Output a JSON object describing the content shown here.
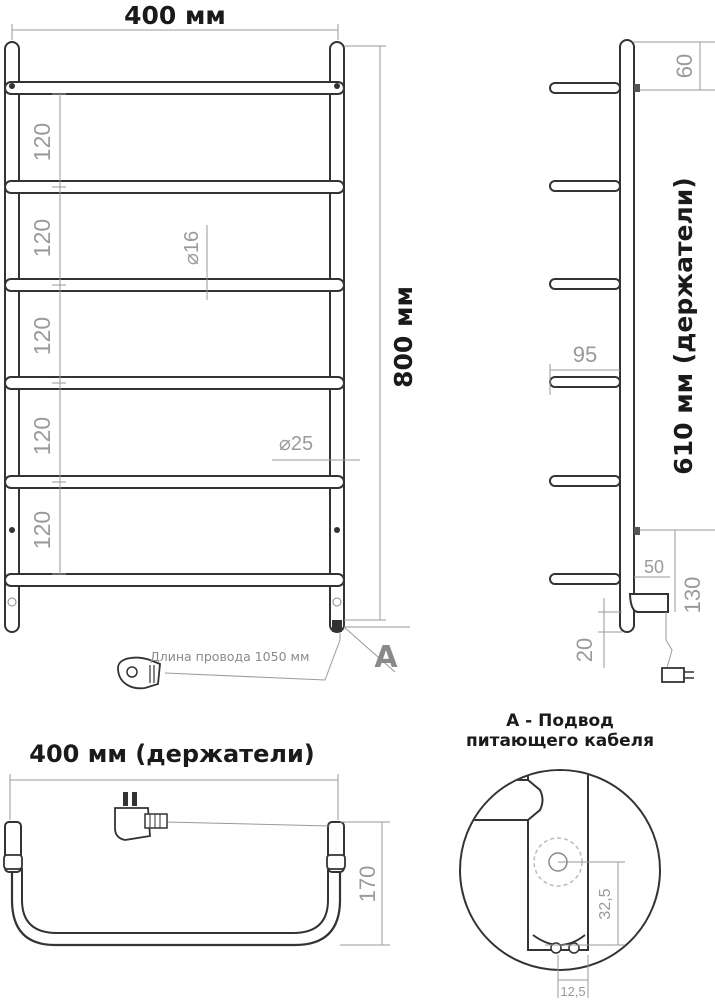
{
  "front_view": {
    "width_label": "400 мм",
    "height_label": "800 мм",
    "spacing_labels": [
      "120",
      "120",
      "120",
      "120",
      "120"
    ],
    "rung_diameter_label": "⌀16",
    "rail_diameter_label": "⌀25",
    "cable_length_label": "Длина провода 1050 мм",
    "detail_marker": "A"
  },
  "side_view": {
    "holders_label": "610 мм (держатели)",
    "top_offset_label": "60",
    "depth_label": "95",
    "bottom_width_label": "50",
    "bottom_offset_label": "130",
    "bottom_gap_label": "20"
  },
  "top_view": {
    "holders_label": "400 мм (держатели)",
    "depth_label": "170"
  },
  "detail_view": {
    "title_line1": "A - Подвод",
    "title_line2": "питающего кабеля",
    "vertical_label": "32,5",
    "horizontal_label": "12,5"
  }
}
